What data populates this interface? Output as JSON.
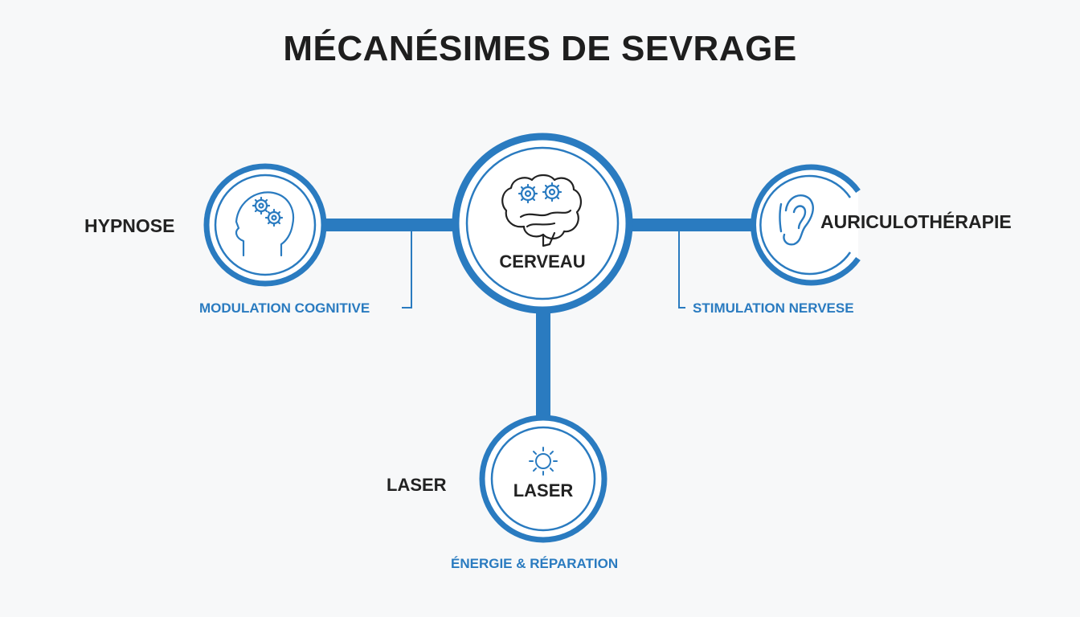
{
  "title": "MÉCANÉSIMES DE SEVRAGE",
  "colors": {
    "accent": "#2a7bc0",
    "text": "#222222",
    "background": "#f7f8f9"
  },
  "nodes": {
    "center": {
      "label": "CERVEAU",
      "icon": "brain-gears-icon"
    },
    "hypnose": {
      "label": "HYPNOSE",
      "sublabel": "MODULATION COGNITIVE",
      "icon": "head-gears-icon"
    },
    "auriculo": {
      "label": "AURICULOTHÉRAPIE",
      "sublabel": "STIMULATION NERVESE",
      "icon": "ear-icon"
    },
    "laser": {
      "label_outside": "LASER",
      "label_inside": "LASER",
      "sublabel": "ÉNERGIE & RÉPARATION",
      "icon": "sun-icon"
    }
  }
}
